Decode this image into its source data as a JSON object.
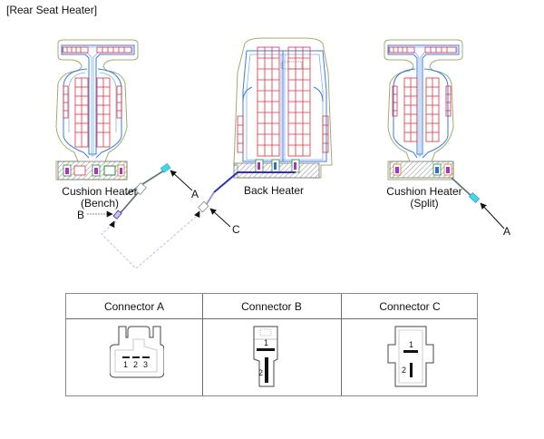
{
  "title": "[Rear Seat Heater]",
  "components": {
    "cushion_bench": {
      "line1": "Cushion Heater",
      "line2": "(Bench)"
    },
    "back": {
      "line1": "Back Heater"
    },
    "cushion_split": {
      "line1": "Cushion Heater",
      "line2": "(Split)"
    }
  },
  "callouts": {
    "a_bench": "A",
    "b": "B",
    "c": "C",
    "a_split": "A"
  },
  "connector_table": {
    "headers": [
      "Connector A",
      "Connector B",
      "Connector C"
    ],
    "connector_a": {
      "pins": [
        "1",
        "2",
        "3"
      ]
    },
    "connector_b": {
      "pins": [
        "1",
        "2"
      ]
    },
    "connector_c": {
      "pins": [
        "1",
        "2"
      ]
    }
  },
  "colors": {
    "heater_wire": "#e0303c",
    "heater_outline": "#3c78e6",
    "outer_outline": "#9ab070",
    "hatch": "#8a8a8a",
    "connector_cyan": "#40d8e8",
    "harness_blue": "#3030c0"
  }
}
